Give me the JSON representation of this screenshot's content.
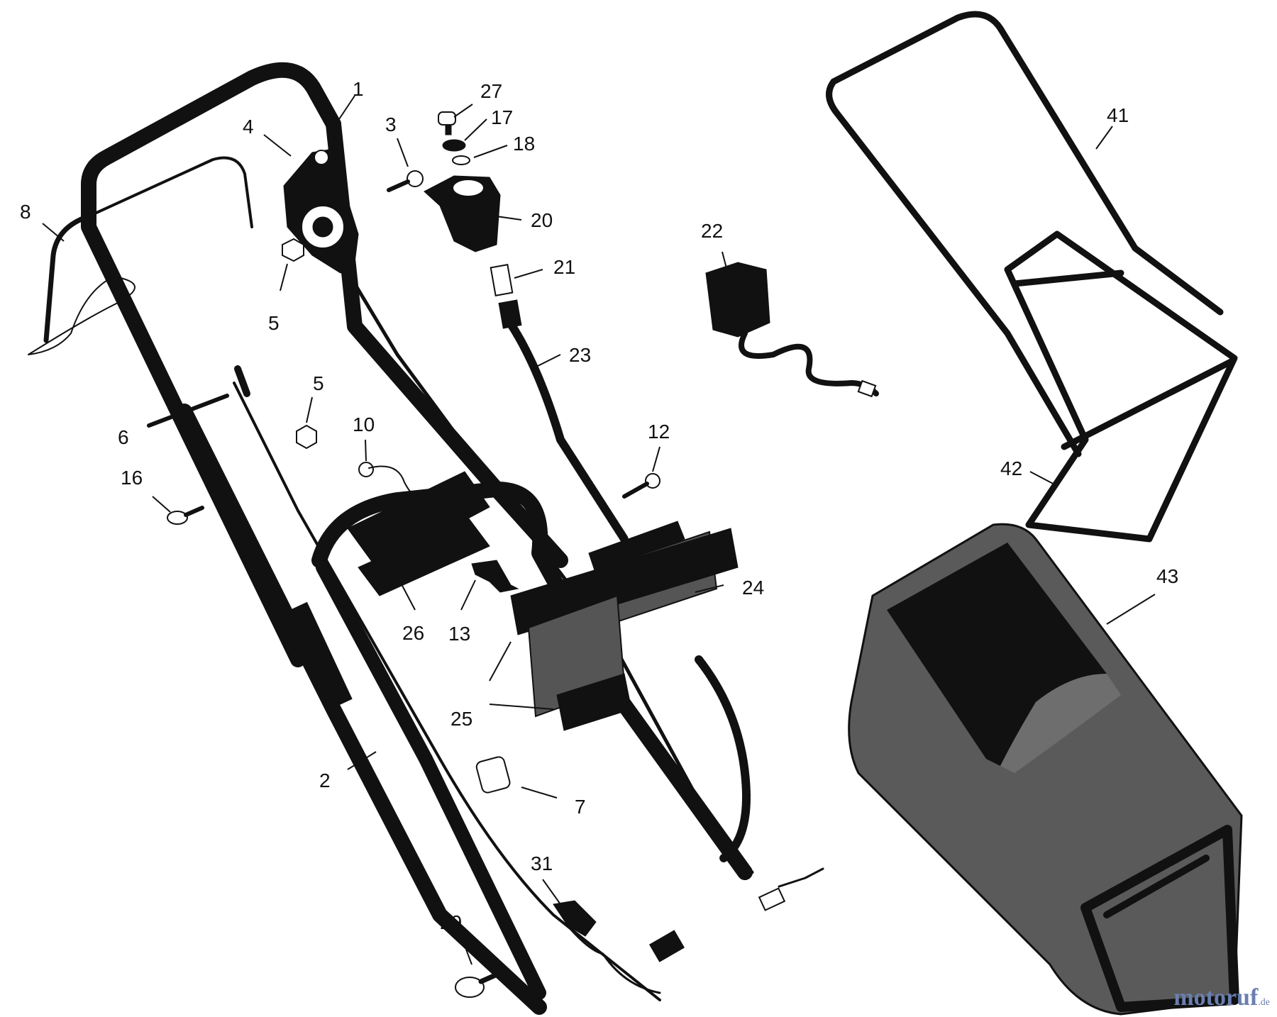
{
  "callouts": [
    "1",
    "2",
    "3",
    "4",
    "5",
    "5",
    "6",
    "7",
    "8",
    "10",
    "12",
    "13",
    "16",
    "17",
    "18",
    "20",
    "21",
    "22",
    "23",
    "24",
    "25",
    "26",
    "27",
    "29",
    "31",
    "41",
    "42",
    "43"
  ],
  "watermark": {
    "main": "motoruf",
    "suffix": ".de"
  },
  "colors": {
    "ink": "#111111",
    "bag": "#5a5a5a",
    "watermark_blue": "#6a7fb0",
    "watermark_red": "#c0392b"
  }
}
